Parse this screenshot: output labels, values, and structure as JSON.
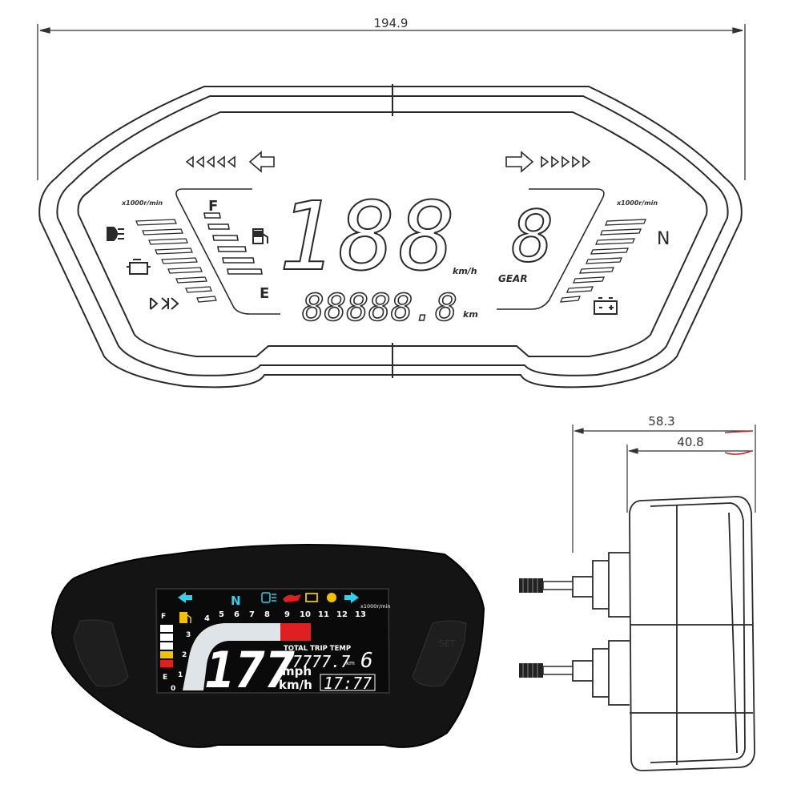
{
  "drawing": {
    "width_dim": "194.9",
    "depth_dim_total": "58.3",
    "depth_dim_body": "40.8"
  },
  "outline_display": {
    "tach_scale_left": "x1000r/min",
    "tach_scale_right": "x1000r/min",
    "fuel_full": "F",
    "fuel_empty": "E",
    "speed_digits": "188",
    "speed_unit": "km/h",
    "gear_digit": "8",
    "gear_label": "GEAR",
    "neutral": "N",
    "odometer": "88888.8",
    "odo_unit": "km"
  },
  "lcd_display": {
    "neutral": "N",
    "rpm_labels": [
      "0",
      "1",
      "2",
      "3",
      "4",
      "5",
      "6",
      "7",
      "8",
      "9",
      "10",
      "11",
      "12",
      "13"
    ],
    "rpm_unit": "x1000r/min",
    "fuel_full": "F",
    "fuel_empty": "E",
    "speed": "177",
    "unit_mph": "mph",
    "unit_kmh": "km/h",
    "info_labels": "TOTAL TRIP TEMP",
    "odometer": "77777.7",
    "odo_unit": "km",
    "gear": "6",
    "clock": "17:77",
    "set_button": "SET"
  },
  "colors": {
    "line": "#2a2a2a",
    "lcd_bg": "#0a0a0a",
    "cyan": "#2fd0e8",
    "red": "#e02020",
    "yellow": "#f2c200"
  }
}
